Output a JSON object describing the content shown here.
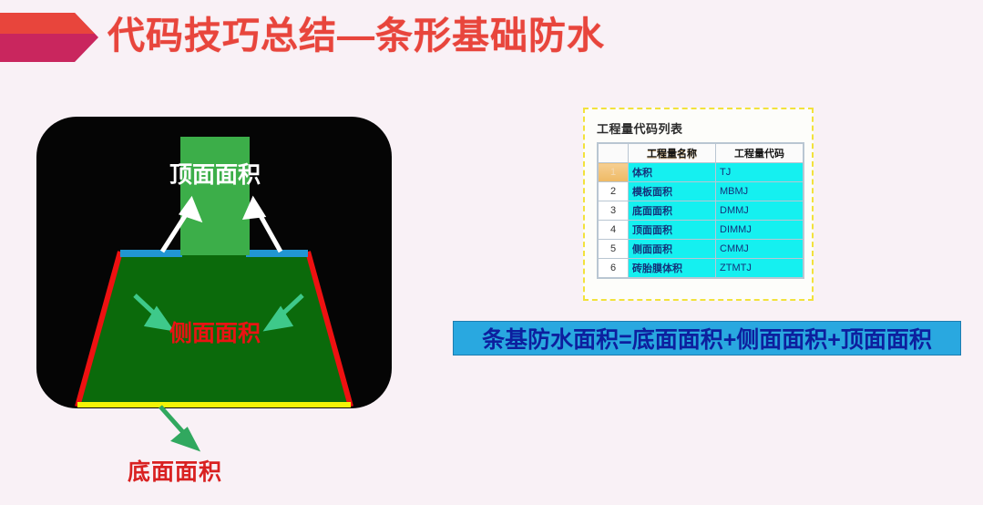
{
  "header": {
    "title": "代码技巧总结—条形基础防水",
    "title_color": "#e8453c",
    "arrow_top_color": "#e8453c",
    "arrow_bottom_color": "#c9265e"
  },
  "diagram": {
    "panel_background": "#050505",
    "labels": {
      "top_area": "顶面面积",
      "side_area": "侧面面积",
      "bottom_area": "底面面积"
    },
    "colors": {
      "column_green": "#3cae49",
      "trapezoid_green": "#0b6a0b",
      "side_edge_red": "#ee1111",
      "bottom_edge_yellow": "#f4f407",
      "top_edge_blue": "#2196d3",
      "top_arrow_white": "#ffffff",
      "side_arrow_green": "#3ec98a",
      "bottom_label_red": "#d92121",
      "side_label_red": "#ea1313"
    }
  },
  "code_table": {
    "title": "工程量代码列表",
    "border_color": "#f2e23c",
    "columns": [
      "",
      "工程量名称",
      "工程量代码"
    ],
    "rows": [
      {
        "index": "1",
        "name": "体积",
        "code": "TJ",
        "selected": true
      },
      {
        "index": "2",
        "name": "模板面积",
        "code": "MBMJ",
        "selected": false
      },
      {
        "index": "3",
        "name": "底面面积",
        "code": "DMMJ",
        "selected": false
      },
      {
        "index": "4",
        "name": "顶面面积",
        "code": "DIMMJ",
        "selected": false
      },
      {
        "index": "5",
        "name": "侧面面积",
        "code": "CMMJ",
        "selected": false
      },
      {
        "index": "6",
        "name": "砖胎膜体积",
        "code": "ZTMTJ",
        "selected": false
      }
    ],
    "cell_fill": "#15f0f0",
    "cell_text_color": "#14327a"
  },
  "formula": {
    "text": "条基防水面积=底面面积+侧面面积+顶面面积",
    "background": "#29a8e0",
    "text_color": "#0d1f9e"
  }
}
